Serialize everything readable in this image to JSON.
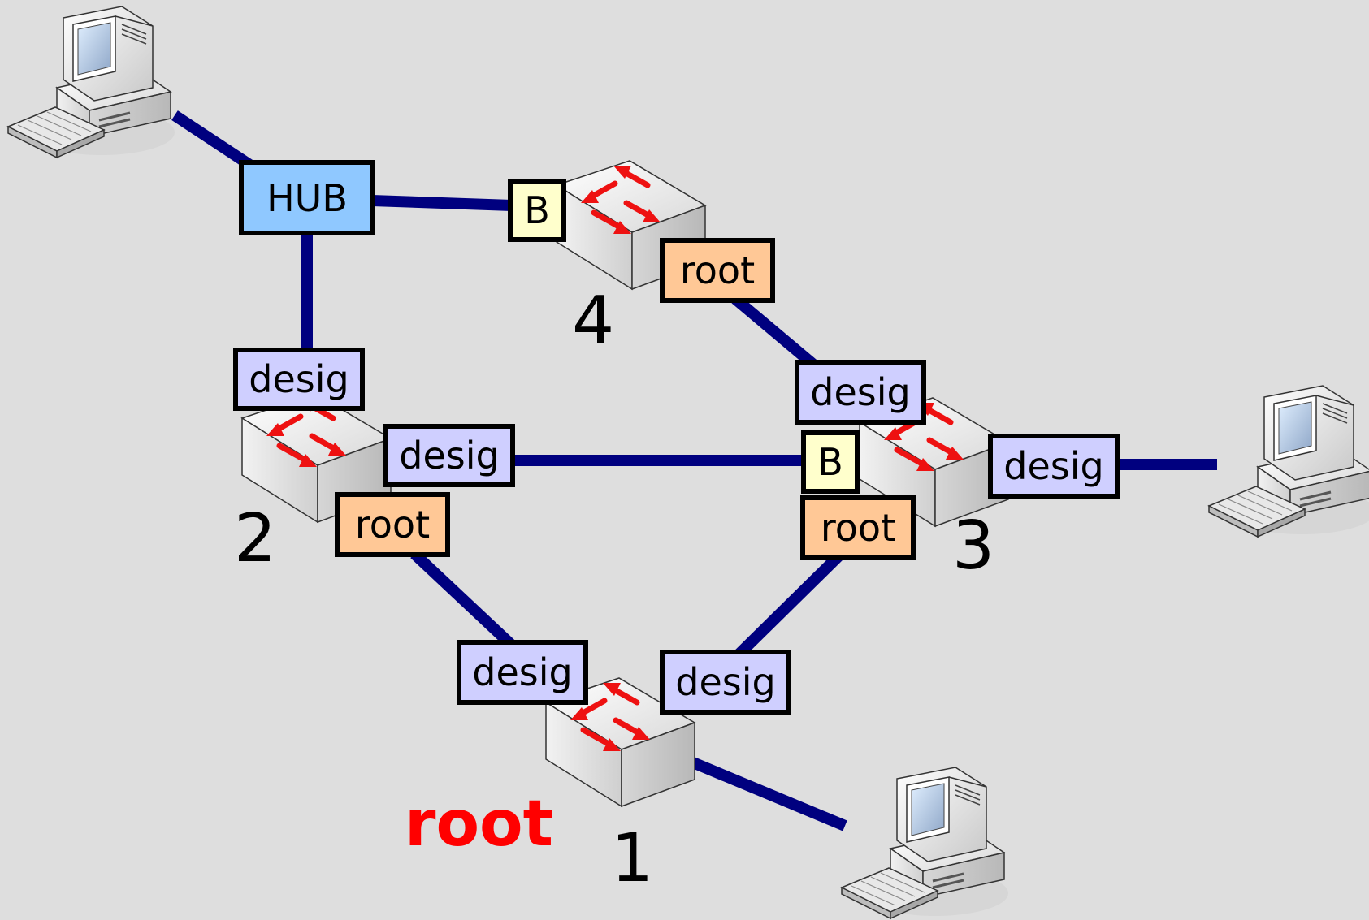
{
  "hub": {
    "label": "HUB"
  },
  "ports": {
    "desig": "desig",
    "root": "root",
    "blocked": "B"
  },
  "switches": {
    "s1": {
      "id": "1"
    },
    "s2": {
      "id": "2"
    },
    "s3": {
      "id": "3"
    },
    "s4": {
      "id": "4"
    }
  },
  "root_bridge": {
    "label": "root"
  },
  "colors": {
    "background": "#dedede",
    "link": "#00007f",
    "designated_port": "#cfcfff",
    "root_port": "#ffc896",
    "blocked_port": "#ffffcc",
    "hub": "#8fc8ff",
    "root_label": "#ff0000",
    "switch_arrows": "#ee1111"
  },
  "icons": {
    "switch": "switch-icon",
    "computer": "computer-icon"
  }
}
